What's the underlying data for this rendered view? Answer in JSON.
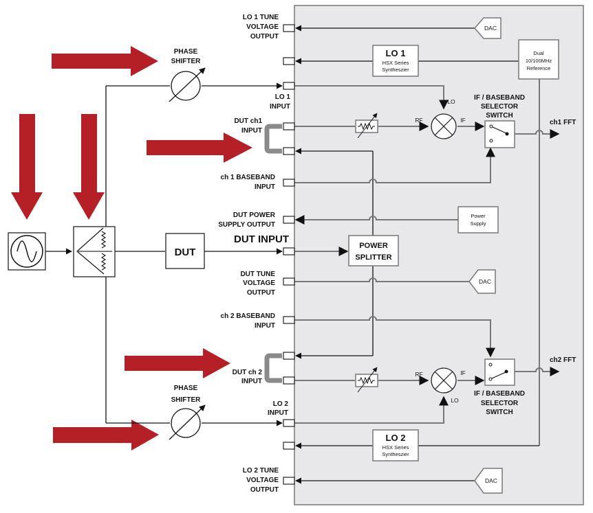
{
  "colors": {
    "highlight_arrow": "#b52027",
    "instrument_panel": "#e8e8ea",
    "loop_cable": "#8a8a8a"
  },
  "external": {
    "phase_shifter_1": [
      "PHASE",
      "SHIFTER"
    ],
    "phase_shifter_2": [
      "PHASE",
      "SHIFTER"
    ],
    "dut_block": "DUT",
    "signal_source_icon": "sine-source-icon",
    "splitter_icon": "resistive-splitter-icon"
  },
  "ports": {
    "lo1_tune": [
      "LO 1  TUNE",
      "VOLTAGE",
      "OUTPUT"
    ],
    "lo1_input": [
      "LO 1",
      "INPUT"
    ],
    "dut_ch1_input": [
      "DUT ch1",
      "INPUT"
    ],
    "ch1_baseband": [
      "ch 1 BASEBAND",
      "INPUT"
    ],
    "dut_power": [
      "DUT POWER",
      "SUPPLY OUTPUT"
    ],
    "dut_input": "DUT  INPUT",
    "dut_tune": [
      "DUT TUNE",
      "VOLTAGE",
      "OUTPUT"
    ],
    "ch2_baseband": [
      "ch 2 BASEBAND",
      "INPUT"
    ],
    "dut_ch2_input": [
      "DUT ch 2",
      "INPUT"
    ],
    "lo2_input": [
      "LO 2",
      "INPUT"
    ],
    "lo2_tune": [
      "LO 2  TUNE",
      "VOLTAGE",
      "OUTPUT"
    ]
  },
  "internal": {
    "lo1": {
      "title": "LO 1",
      "line1": "HSX Series",
      "line2": "Syntheszier"
    },
    "lo2": {
      "title": "LO 2",
      "line1": "HSX Series",
      "line2": "Syntheszier"
    },
    "reference": [
      "Dual",
      "10/100MHz",
      "Reference"
    ],
    "power_supply": [
      "Power",
      "Supply"
    ],
    "power_splitter": [
      "POWER",
      "SPLITTER"
    ],
    "dac": "DAC",
    "switch_label": [
      "IF / BASEBAND",
      "SELECTOR",
      "SWITCH"
    ],
    "mixer_rf": "RF",
    "mixer_if": "IF",
    "mixer_lo": "LO",
    "ch1_out": "ch1  FFT",
    "ch2_out": "ch2  FFT"
  }
}
